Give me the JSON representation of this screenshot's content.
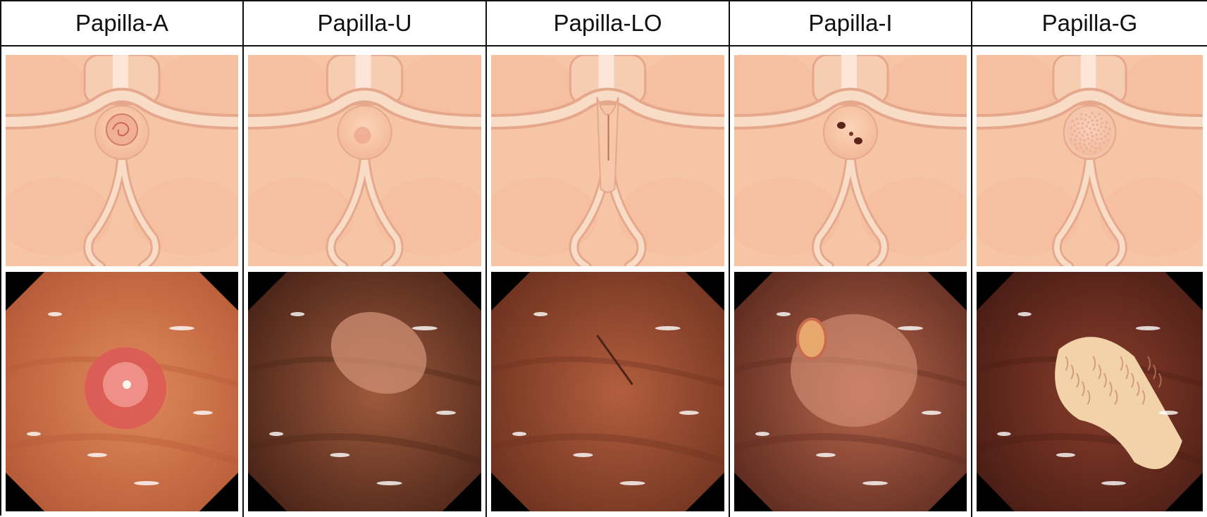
{
  "columns": [
    {
      "label": "Papilla-A",
      "type": "A"
    },
    {
      "label": "Papilla-U",
      "type": "U"
    },
    {
      "label": "Papilla-LO",
      "type": "LO"
    },
    {
      "label": "Papilla-I",
      "type": "I"
    },
    {
      "label": "Papilla-G",
      "type": "G"
    }
  ],
  "colors": {
    "illustration_bg": "#f6c5a6",
    "fold": "#f9dcc6",
    "fold_edge": "#e6a88c",
    "endoscopy_mucosa": "#b35a3e",
    "frame": "#000000"
  }
}
